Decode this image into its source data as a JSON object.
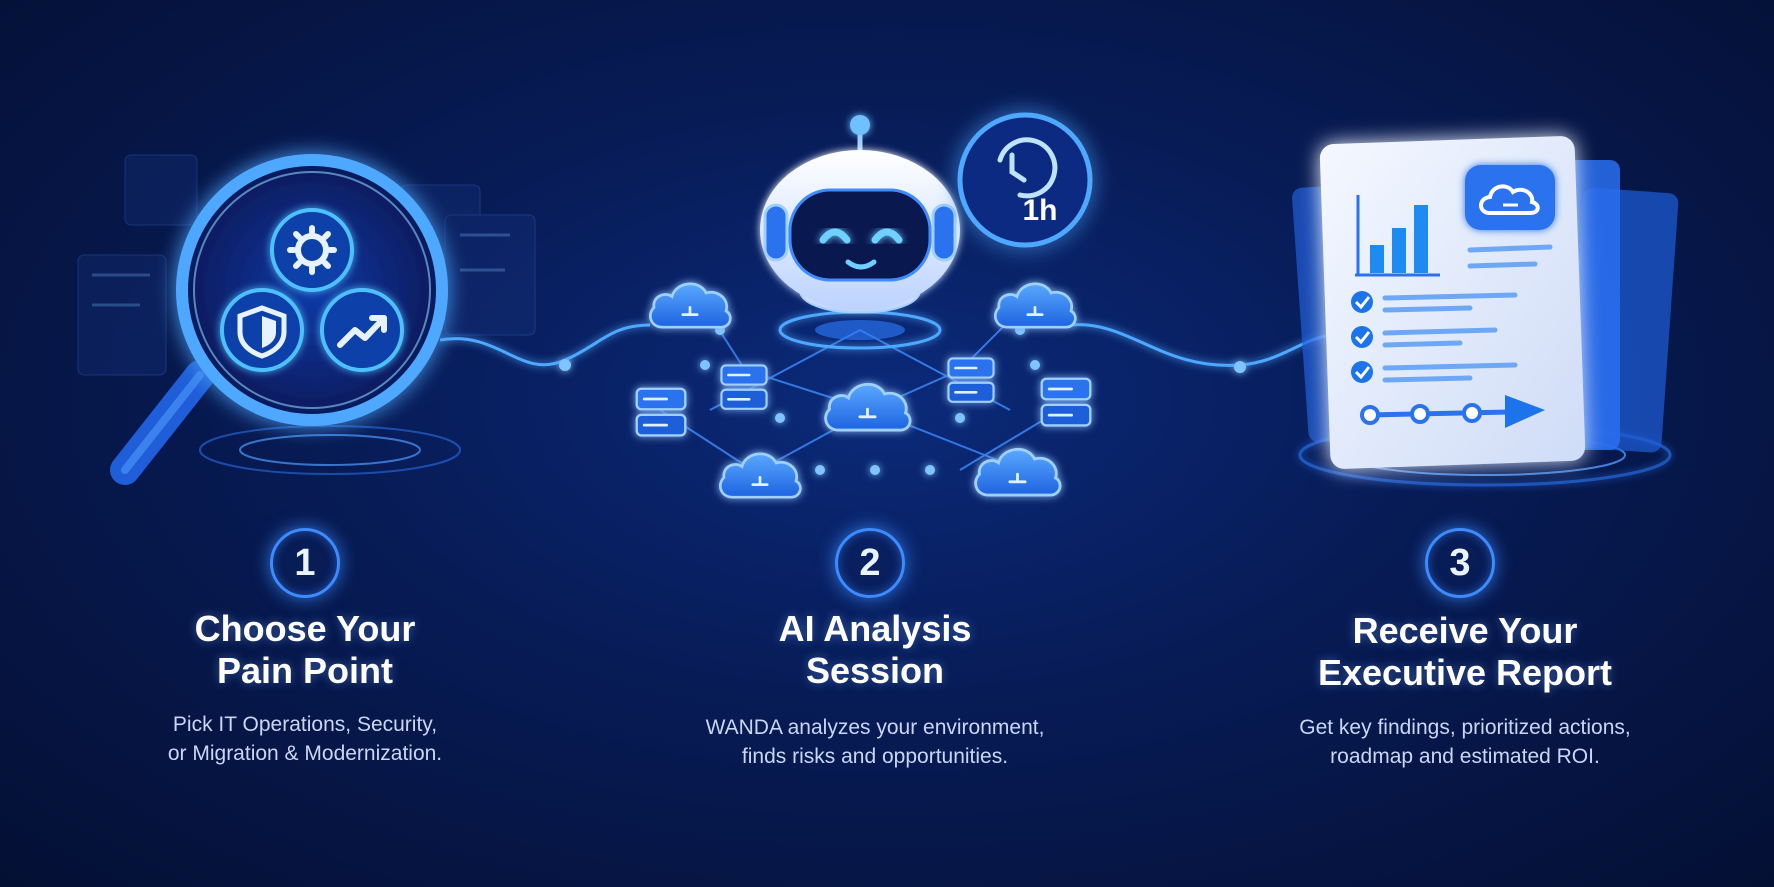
{
  "steps": [
    {
      "number": "1",
      "title_lines": [
        "Choose Your",
        "Pain Point"
      ],
      "description_lines": [
        "Pick IT Operations, Security,",
        "or Migration & Modernization."
      ],
      "icons": [
        "magnifier-icon",
        "gear-icon",
        "shield-icon",
        "trend-up-icon"
      ]
    },
    {
      "number": "2",
      "title_lines": [
        "AI Analysis",
        "Session"
      ],
      "description_lines": [
        "WANDA analyzes your environment,",
        "finds risks and opportunities."
      ],
      "icons": [
        "robot-icon",
        "clock-icon",
        "cloud-icon",
        "server-icon"
      ],
      "timer_label": "1h"
    },
    {
      "number": "3",
      "title_lines": [
        "Receive Your",
        "Executive Report"
      ],
      "description_lines": [
        "Get key findings, prioritized actions,",
        "roadmap and estimated ROI."
      ],
      "icons": [
        "report-icon",
        "bar-chart-icon",
        "cloud-icon",
        "checkmark-icon",
        "arrow-icon"
      ]
    }
  ],
  "colors": {
    "background_center": "#0b2a7a",
    "background_edge": "#040f33",
    "accent": "#3d8bff",
    "glow": "#5fb0ff",
    "text": "#ffffff",
    "muted_text": "#c9d6f5"
  }
}
